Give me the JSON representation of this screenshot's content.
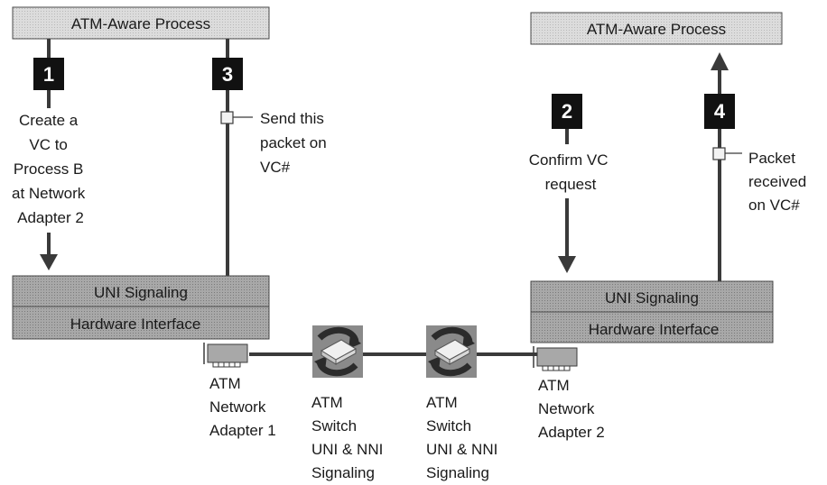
{
  "left": {
    "process_label": "ATM-Aware Process",
    "step1": {
      "number": "1",
      "text": [
        "Create a",
        "VC to",
        "Process B",
        "at Network",
        "Adapter 2"
      ]
    },
    "step3": {
      "number": "3",
      "text": [
        "Send this",
        "packet on",
        "VC#"
      ]
    },
    "uni_label": "UNI Signaling",
    "hw_label": "Hardware Interface",
    "adapter": [
      "ATM",
      "Network",
      "Adapter 1"
    ]
  },
  "right": {
    "process_label": "ATM-Aware Process",
    "step2": {
      "number": "2",
      "text": [
        "Confirm VC",
        "request"
      ]
    },
    "step4": {
      "number": "4",
      "text": [
        "Packet",
        "received",
        "on VC#"
      ]
    },
    "uni_label": "UNI Signaling",
    "hw_label": "Hardware Interface",
    "adapter": [
      "ATM",
      "Network",
      "Adapter 2"
    ]
  },
  "switches": [
    {
      "text": [
        "ATM",
        "Switch",
        "UNI & NNI",
        "Signaling"
      ]
    },
    {
      "text": [
        "ATM",
        "Switch",
        "UNI & NNI",
        "Signaling"
      ]
    }
  ],
  "colors": {
    "box_light": "#e4e4e4",
    "box_dark": "#a9a9a9",
    "line": "#3a3a3a",
    "step_badge": "#111111"
  }
}
